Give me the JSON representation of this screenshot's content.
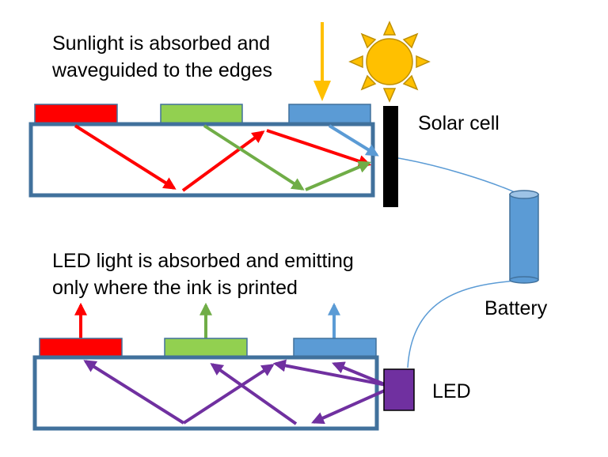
{
  "captions": {
    "top_line1": "Sunlight is absorbed and",
    "top_line2": "waveguided to the edges",
    "bottom_line1": "LED light is absorbed and emitting",
    "bottom_line2": "only where the ink is printed"
  },
  "labels": {
    "solar_cell": "Solar cell",
    "battery": "Battery",
    "led": "LED"
  },
  "colors": {
    "waveguide_border": "#41719c",
    "red_ink": "#ff0000",
    "green_ink": "#92d050",
    "blue_ink": "#5b9bd5",
    "sunlight_arrow": "#ffc000",
    "sun": "#ffc000",
    "solar_cell": "#000000",
    "battery": "#5b9bd5",
    "led": "#7030a0",
    "wire": "#5b9bd5",
    "ray_red": "#ff0000",
    "ray_green": "#70ad47",
    "ray_blue": "#5b9bd5",
    "ray_purple": "#7030a0"
  },
  "icons": {
    "sun": "sun-icon",
    "sunlight": "sunlight-arrow-icon"
  }
}
